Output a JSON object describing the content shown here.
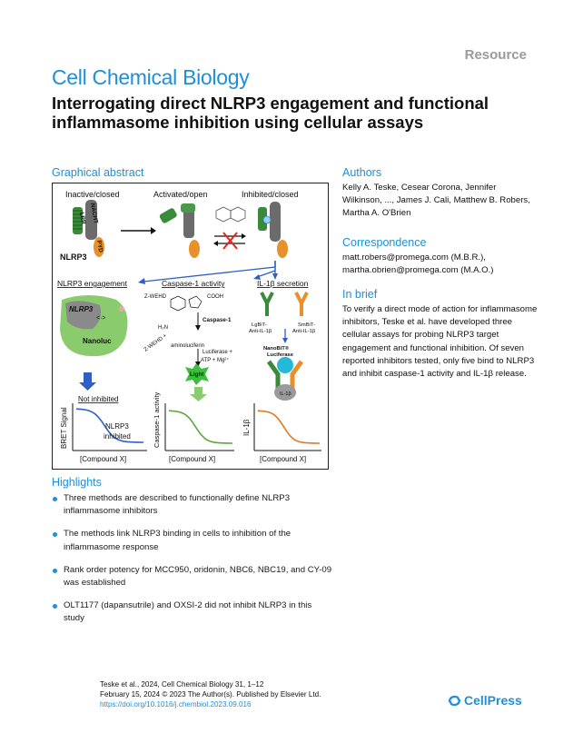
{
  "header": {
    "section_label": "Resource",
    "journal": "Cell Chemical Biology",
    "title": "Interrogating direct NLRP3 engagement and functional inflammasome inhibition using cellular assays"
  },
  "graphical_abstract": {
    "heading": "Graphical abstract",
    "states": [
      "Inactive/closed",
      "Activated/open",
      "Inhibited/closed"
    ],
    "nlrp3_label": "NLRP3",
    "domains": [
      "LRR",
      "NACHT",
      "PYD"
    ],
    "assays": [
      "NLRP3 engagement",
      "Caspase-1 activity",
      "IL-1β secretion"
    ],
    "engagement": {
      "nlrp3": "NLRP3",
      "nanoluc": "Nanoluc",
      "not_inhibited": "Not inhibited",
      "curve_label": "NLRP3 inhibited",
      "ylabel": "BRET Signal",
      "xlabel": "[Compound X]"
    },
    "caspase": {
      "z_wehd": "Z-WEHD",
      "cooh": "COOH",
      "caspase1": "Caspase-1",
      "h2n": "H₂N",
      "z_wehd2": "Z-WEHD +",
      "aminoluciferin": "aminoluciferin",
      "luciferase": "Luciferase +",
      "atp": "ATP + Mg²⁺",
      "light": "Light",
      "ylabel": "Caspase-1 activity",
      "xlabel": "[Compound X]"
    },
    "il1b": {
      "lgbit": "LgBiT-",
      "lgbit2": "Anti-IL-1β",
      "smbit": "SmBiT-",
      "smbit2": "Anti-IL-1β",
      "nanobit": "NanoBiT®",
      "nanobit2": "Luciferase",
      "il1b_chip": "IL-1β",
      "ylabel": "IL-1β",
      "xlabel": "[Compound X]"
    }
  },
  "authors": {
    "heading": "Authors",
    "text": "Kelly A. Teske, Cesear Corona, Jennifer Wilkinson, ..., James J. Cali, Matthew B. Robers, Martha A. O'Brien"
  },
  "correspondence": {
    "heading": "Correspondence",
    "lines": [
      "matt.robers@promega.com (M.B.R.),",
      "martha.obrien@promega.com (M.A.O.)"
    ]
  },
  "in_brief": {
    "heading": "In brief",
    "text": "To verify a direct mode of action for inflammasome inhibitors, Teske et al. have developed three cellular assays for probing NLRP3 target engagement and functional inhibition. Of seven reported inhibitors tested, only five bind to NLRP3 and inhibit caspase-1 activity and IL-1β release."
  },
  "highlights": {
    "heading": "Highlights",
    "items": [
      "Three methods are described to functionally define NLRP3 inflammasome inhibitors",
      "The methods link NLRP3 binding in cells to inhibition of the inflammasome response",
      "Rank order potency for MCC950, oridonin, NBC6, NBC19, and CY-09 was established",
      "OLT1177 (dapansutrile) and OXSI-2 did not inhibit NLRP3 in this study"
    ]
  },
  "footer": {
    "citation": "Teske et al., 2024, Cell Chemical Biology 31, 1–12",
    "date": "February 15, 2024 © 2023 The Author(s). Published by Elsevier Ltd.",
    "doi": "https://doi.org/10.1016/j.chembiol.2023.09.016",
    "publisher": "CellPress"
  },
  "colors": {
    "accent": "#1f8fd6",
    "green": "#2e9e3a",
    "orange": "#e8902a",
    "curve_blue": "#2f5fc4",
    "curve_green": "#5aa83a",
    "curve_orange": "#e07a1f"
  }
}
